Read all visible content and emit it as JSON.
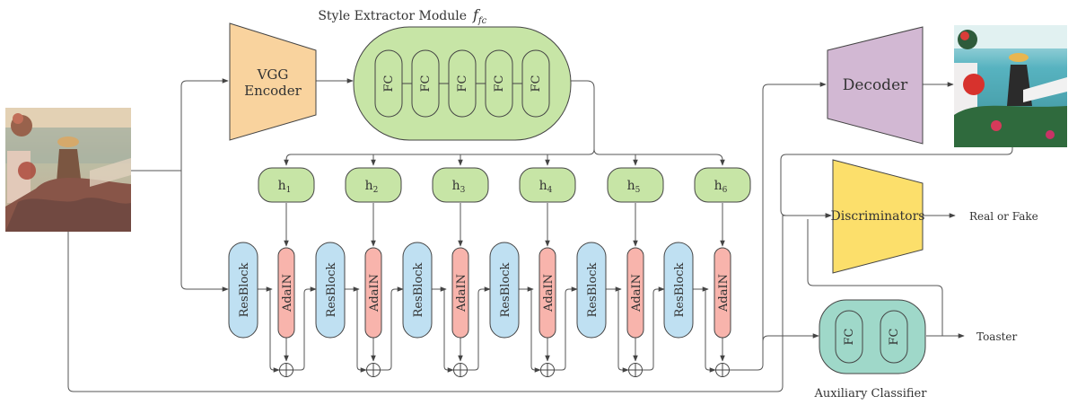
{
  "title": {
    "text": "Style Extractor Module",
    "symbol": "f",
    "subscript": "fc"
  },
  "vgg_encoder": {
    "line1": "VGG",
    "line2": "Encoder"
  },
  "fc_label": "FC",
  "fc_count": 5,
  "h_blocks": [
    {
      "base": "h",
      "sub": "1"
    },
    {
      "base": "h",
      "sub": "2"
    },
    {
      "base": "h",
      "sub": "3"
    },
    {
      "base": "h",
      "sub": "4"
    },
    {
      "base": "h",
      "sub": "5"
    },
    {
      "base": "h",
      "sub": "6"
    }
  ],
  "resblock_label": "ResBlock",
  "adain_label": "AdaIN",
  "decoder": {
    "label": "Decoder"
  },
  "discriminators": {
    "label": "Discriminators"
  },
  "discriminator_output": "Real or Fake",
  "aux_classifier": {
    "label": "Auxiliary Classifier",
    "fc_label": "FC"
  },
  "aux_output": "Toaster",
  "colors": {
    "vgg_fill": "#f9d39e",
    "fc_fill": "#c7e5a6",
    "h_fill": "#c7e5a6",
    "resblock_fill": "#bfe0f2",
    "adain_fill": "#f8b4ac",
    "decoder_fill": "#d2b8d3",
    "discriminator_fill": "#fcdf6b",
    "aux_fill": "#9fd8c9",
    "stroke": "#444444",
    "wire": "#555555"
  }
}
